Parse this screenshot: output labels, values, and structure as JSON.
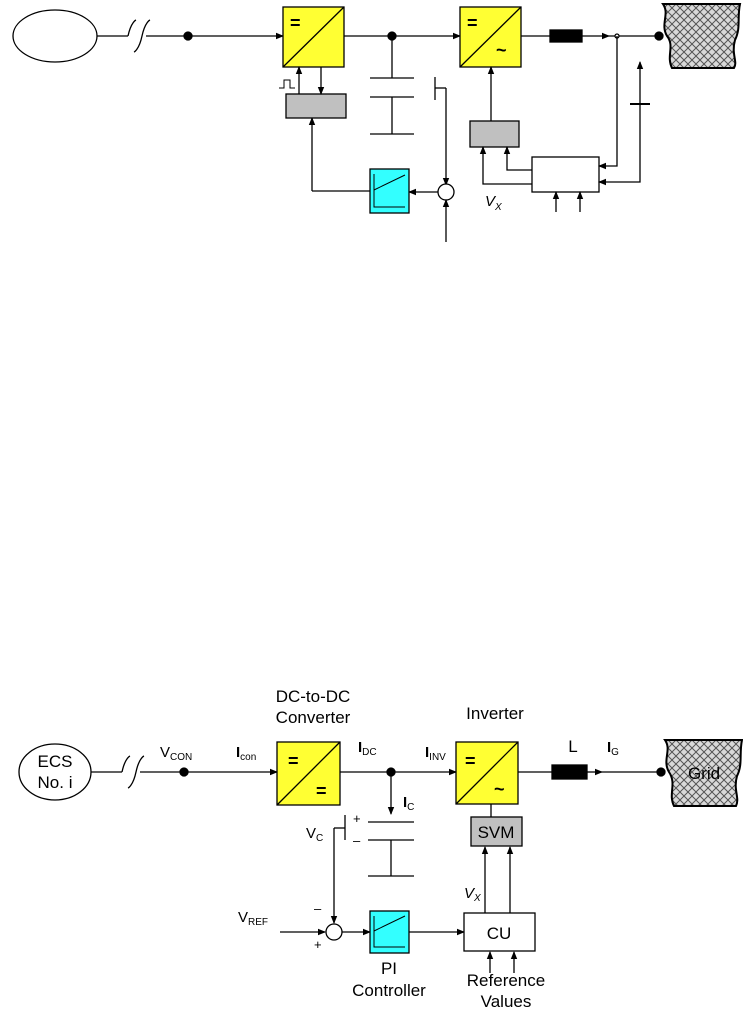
{
  "source": {
    "line1": "ECS",
    "line2": "No. i"
  },
  "grid": {
    "label": "Grid"
  },
  "converter": {
    "title_line1": "DC-to-DC",
    "title_line2": "Converter",
    "sym_top": "=",
    "sym_bottom": "="
  },
  "inverter": {
    "title": "Inverter",
    "sym_top": "=",
    "sym_bottom": "~"
  },
  "inductor": {
    "label": "L"
  },
  "svm": {
    "label": "SVM"
  },
  "cu": {
    "label": "CU"
  },
  "pi": {
    "label_line1": "PI",
    "label_line2": "Controller"
  },
  "reference": {
    "line1": "Reference",
    "line2": "Values"
  },
  "signals": {
    "v_con": {
      "main": "V",
      "sub": "CON"
    },
    "i_con": {
      "main": "I",
      "sub": "con"
    },
    "i_dc": {
      "main": "I",
      "sub": "DC"
    },
    "i_inv": {
      "main": "I",
      "sub": "INV"
    },
    "i_g": {
      "main": "I",
      "sub": "G"
    },
    "i_c": {
      "main": "I",
      "sub": "C"
    },
    "v_c": {
      "main": "V",
      "sub": "C"
    },
    "v_ref": {
      "main": "V",
      "sub": "REF"
    },
    "v_x": {
      "main": "V",
      "sub": "X"
    }
  },
  "signs": {
    "cap_plus": "+",
    "cap_minus": "–",
    "sum_minus": "–",
    "sum_plus": "+"
  },
  "colors": {
    "converter_fill": "#ffff33",
    "pi_fill": "#33ffff",
    "svm_fill": "#c0c0c0",
    "grid_fill": "#d9d9d9"
  }
}
